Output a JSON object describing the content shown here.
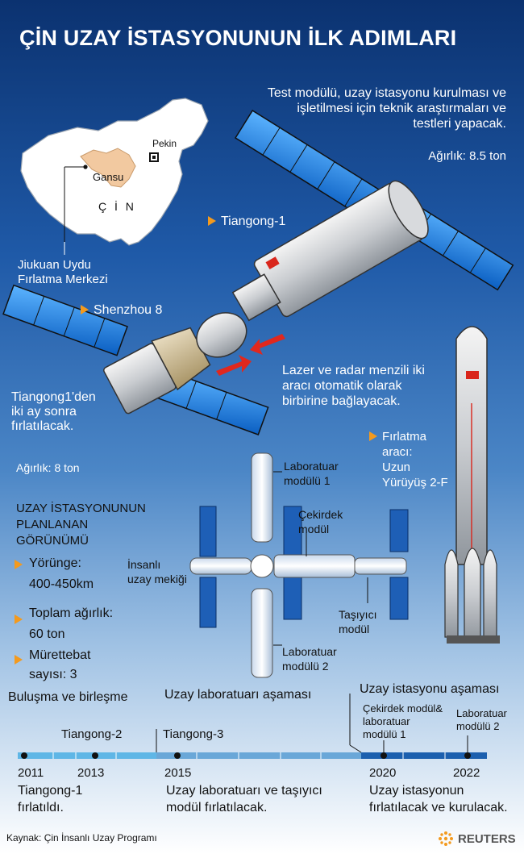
{
  "title": "ÇİN UZAY İSTASYONUNUN İLK ADIMLARI",
  "intro": {
    "line1": "Test modülü, uzay istasyonu kurulması ve",
    "line2": "işletilmesi için  teknik araştırmaları ve",
    "line3": "testleri yapacak.",
    "weight": "Ağırlık: 8.5 ton"
  },
  "map": {
    "city": "Pekin",
    "province": "Gansu",
    "country": "Ç İ N",
    "site_line1": "Jiukuan Uydu",
    "site_line2": "Fırlatma Merkezi",
    "colors": {
      "land": "#ffffff",
      "gansu": "#f2c9a0",
      "border": "#888888"
    }
  },
  "craft": {
    "tiangong": "Tiangong-1",
    "shenzhou": "Shenzhou 8",
    "shenzhou_note_line1": "Tiangong1'den",
    "shenzhou_note_line2": "iki ay sonra",
    "shenzhou_note_line3": "fırlatılacak.",
    "docking_line1": "Lazer ve radar menzili iki",
    "docking_line2": "aracı otomatik olarak",
    "docking_line3": "birbirine bağlayacak.",
    "weight2": "Ağırlık: 8 ton",
    "rocket_label1": "Fırlatma",
    "rocket_label2": "aracı:",
    "rocket_label3": "Uzun",
    "rocket_label4": "Yürüyüş 2-F"
  },
  "station": {
    "heading1": "UZAY İSTASYONUNUN",
    "heading2": "PLANLANAN",
    "heading3": "GÖRÜNÜMÜ",
    "orbit_label": "Yörünge:",
    "orbit_value": "400-450km",
    "mass_label": "Toplam ağırlık:",
    "mass_value": "60 ton",
    "crew_label": "Mürettebat",
    "crew_value": "sayısı: 3",
    "lab1_line1": "Laboratuar",
    "lab1_line2": "modülü 1",
    "core_line1": "Çekirdek",
    "core_line2": "modül",
    "crew_ship_line1": "İnsanlı",
    "crew_ship_line2": "uzay mekiği",
    "cargo_line1": "Taşıyıcı",
    "cargo_line2": "modül",
    "lab2_line1": "Laboratuar",
    "lab2_line2": "modülü 2"
  },
  "timeline": {
    "phase1": "Buluşma ve birleşme",
    "phase2": "Uzay laboratuarı aşaması",
    "phase3": "Uzay istasyonu aşaması",
    "mark_tiangong2": "Tiangong-2",
    "mark_tiangong3": "Tiangong-3",
    "mark_core_line1": "Çekirdek modül&",
    "mark_core_line2": "laboratuar",
    "mark_core_line3": "modülü 1",
    "mark_lab2_line1": "Laboratuar",
    "mark_lab2_line2": "modülü 2",
    "year1": "2011",
    "year2": "2013",
    "year3": "2015",
    "year4": "2020",
    "year5": "2022",
    "desc2011_line1": "Tiangong-1",
    "desc2011_line2": "fırlatıldı.",
    "desc2015_line1": "Uzay laboratuarı ve taşıyıcı",
    "desc2015_line2": "modül fırlatılacak.",
    "desc2020_line1": "Uzay istasyonun",
    "desc2020_line2": "fırlatılacak ve kurulacak.",
    "colors": {
      "phase1": "#5fb6e6",
      "phase2": "#6aa7d8",
      "phase3": "#1c5fae"
    }
  },
  "source": "Kaynak: Çin İnsanlı Uzay Programı",
  "brand": "REUTERS",
  "colors": {
    "accent": "#f39a1e",
    "panel": "#1e78d6",
    "flag": "#d9261c"
  }
}
